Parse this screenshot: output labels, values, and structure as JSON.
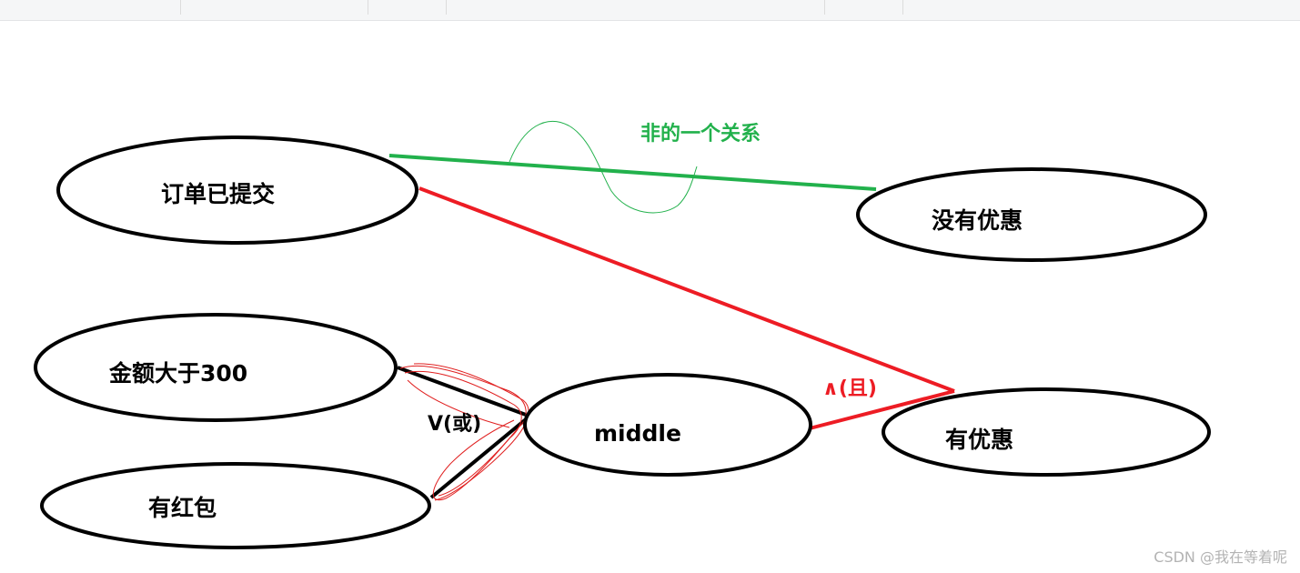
{
  "nodes": {
    "order_submitted": "订单已提交",
    "no_discount": "没有优惠",
    "amount_over_300": "金额大于300",
    "has_red_packet": "有红包",
    "middle": "middle",
    "has_discount": "有优惠"
  },
  "edge_labels": {
    "not_relation": "非的一个关系",
    "or_relation": "V(或)",
    "and_relation": "∧(且)"
  },
  "colors": {
    "not_line": "#22b14c",
    "and_line": "#ed1c24",
    "or_line": "#000000",
    "scribble": "#e02020",
    "watermark": "#b3b3b3"
  },
  "watermark": "CSDN @我在等着呢"
}
